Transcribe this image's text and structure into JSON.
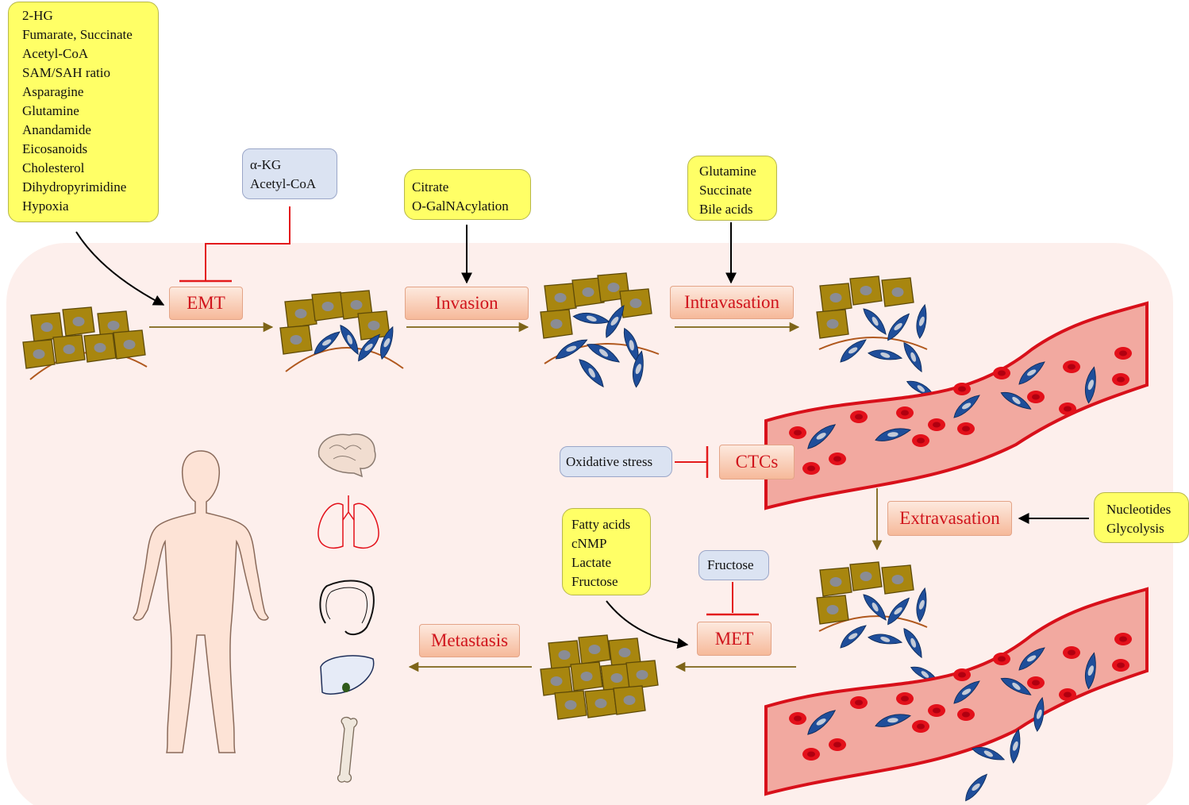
{
  "metabolites_emt_promote": [
    "2-HG",
    "Fumarate, Succinate",
    "Acetyl-CoA",
    "SAM/SAH ratio",
    "Asparagine",
    "Glutamine",
    "Anandamide",
    "Eicosanoids",
    "Cholesterol",
    "Dihydropyrimidine",
    "Hypoxia"
  ],
  "metabolites_emt_inhibit": [
    "α-KG",
    "Acetyl-CoA"
  ],
  "metabolites_invasion": [
    "Citrate",
    "O-GalNAcylation"
  ],
  "metabolites_intravasation": [
    "Glutamine",
    "Succinate",
    "Bile acids"
  ],
  "ctc_inhibitor": "Oxidative stress",
  "metabolites_extravasation": [
    "Nucleotides",
    "Glycolysis"
  ],
  "metabolites_met_promote": [
    "Fatty acids",
    "cNMP",
    "Lactate",
    "Fructose"
  ],
  "met_inhibitor": "Fructose",
  "steps": {
    "emt": "EMT",
    "invasion": "Invasion",
    "intravasation": "Intravasation",
    "ctcs": "CTCs",
    "extravasation": "Extravasation",
    "met": "MET",
    "metastasis": "Metastasis"
  },
  "organs": [
    "brain-icon",
    "lungs-icon",
    "intestine-icon",
    "liver-icon",
    "bone-icon"
  ],
  "colors": {
    "yellow_box": "#ffff66",
    "blue_box": "#dbe3f2",
    "step_text": "#d0141c",
    "inhibit_line": "#e31a1c",
    "flow_arrow": "#7d6418",
    "tumor_cell": "#a8860f",
    "mesenchymal_cell": "#1f4e9a",
    "vessel": "#f2a9a0",
    "red_blood_cell": "#e3101a",
    "tissue_bg": "#fdefec"
  }
}
